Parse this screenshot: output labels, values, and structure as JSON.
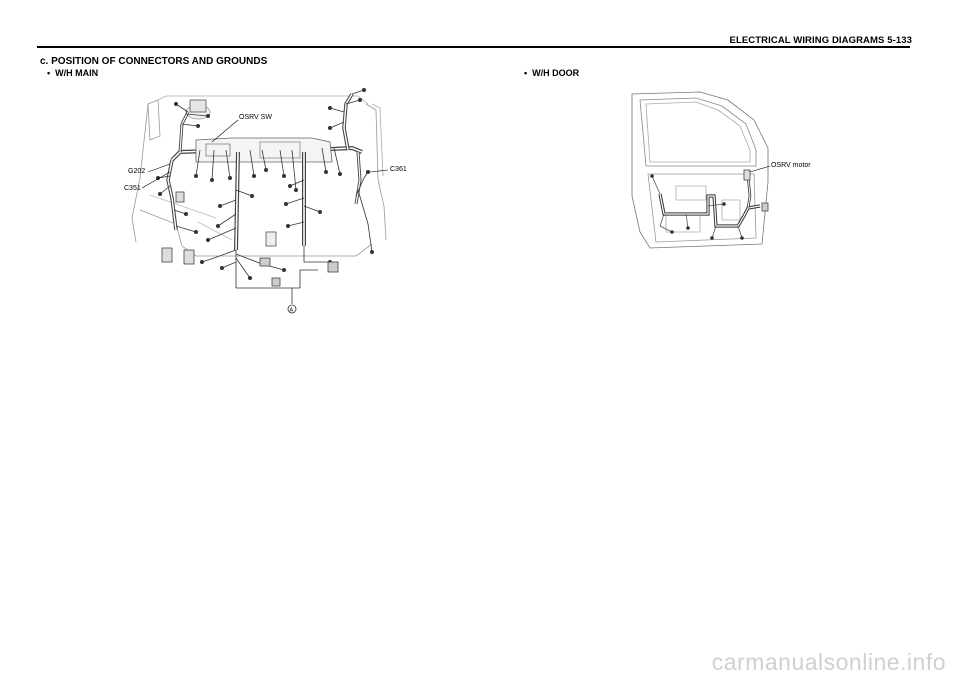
{
  "header": {
    "title": "ELECTRICAL WIRING DIAGRAMS  5-133"
  },
  "section": {
    "heading": "c.  POSITION  OF  CONNECTORS  AND  GROUNDS"
  },
  "bullets": {
    "glyph": "•",
    "main": "W/H  MAIN",
    "door": "W/H  DOOR"
  },
  "main_diagram": {
    "labels": {
      "osrv_sw": "OSRV SW",
      "g202": "G202",
      "c351": "C351",
      "c361": "C361",
      "ground_a": "A"
    }
  },
  "door_diagram": {
    "labels": {
      "osrv_motor": "OSRV motor"
    }
  },
  "watermark": "carmanualsonline.info"
}
